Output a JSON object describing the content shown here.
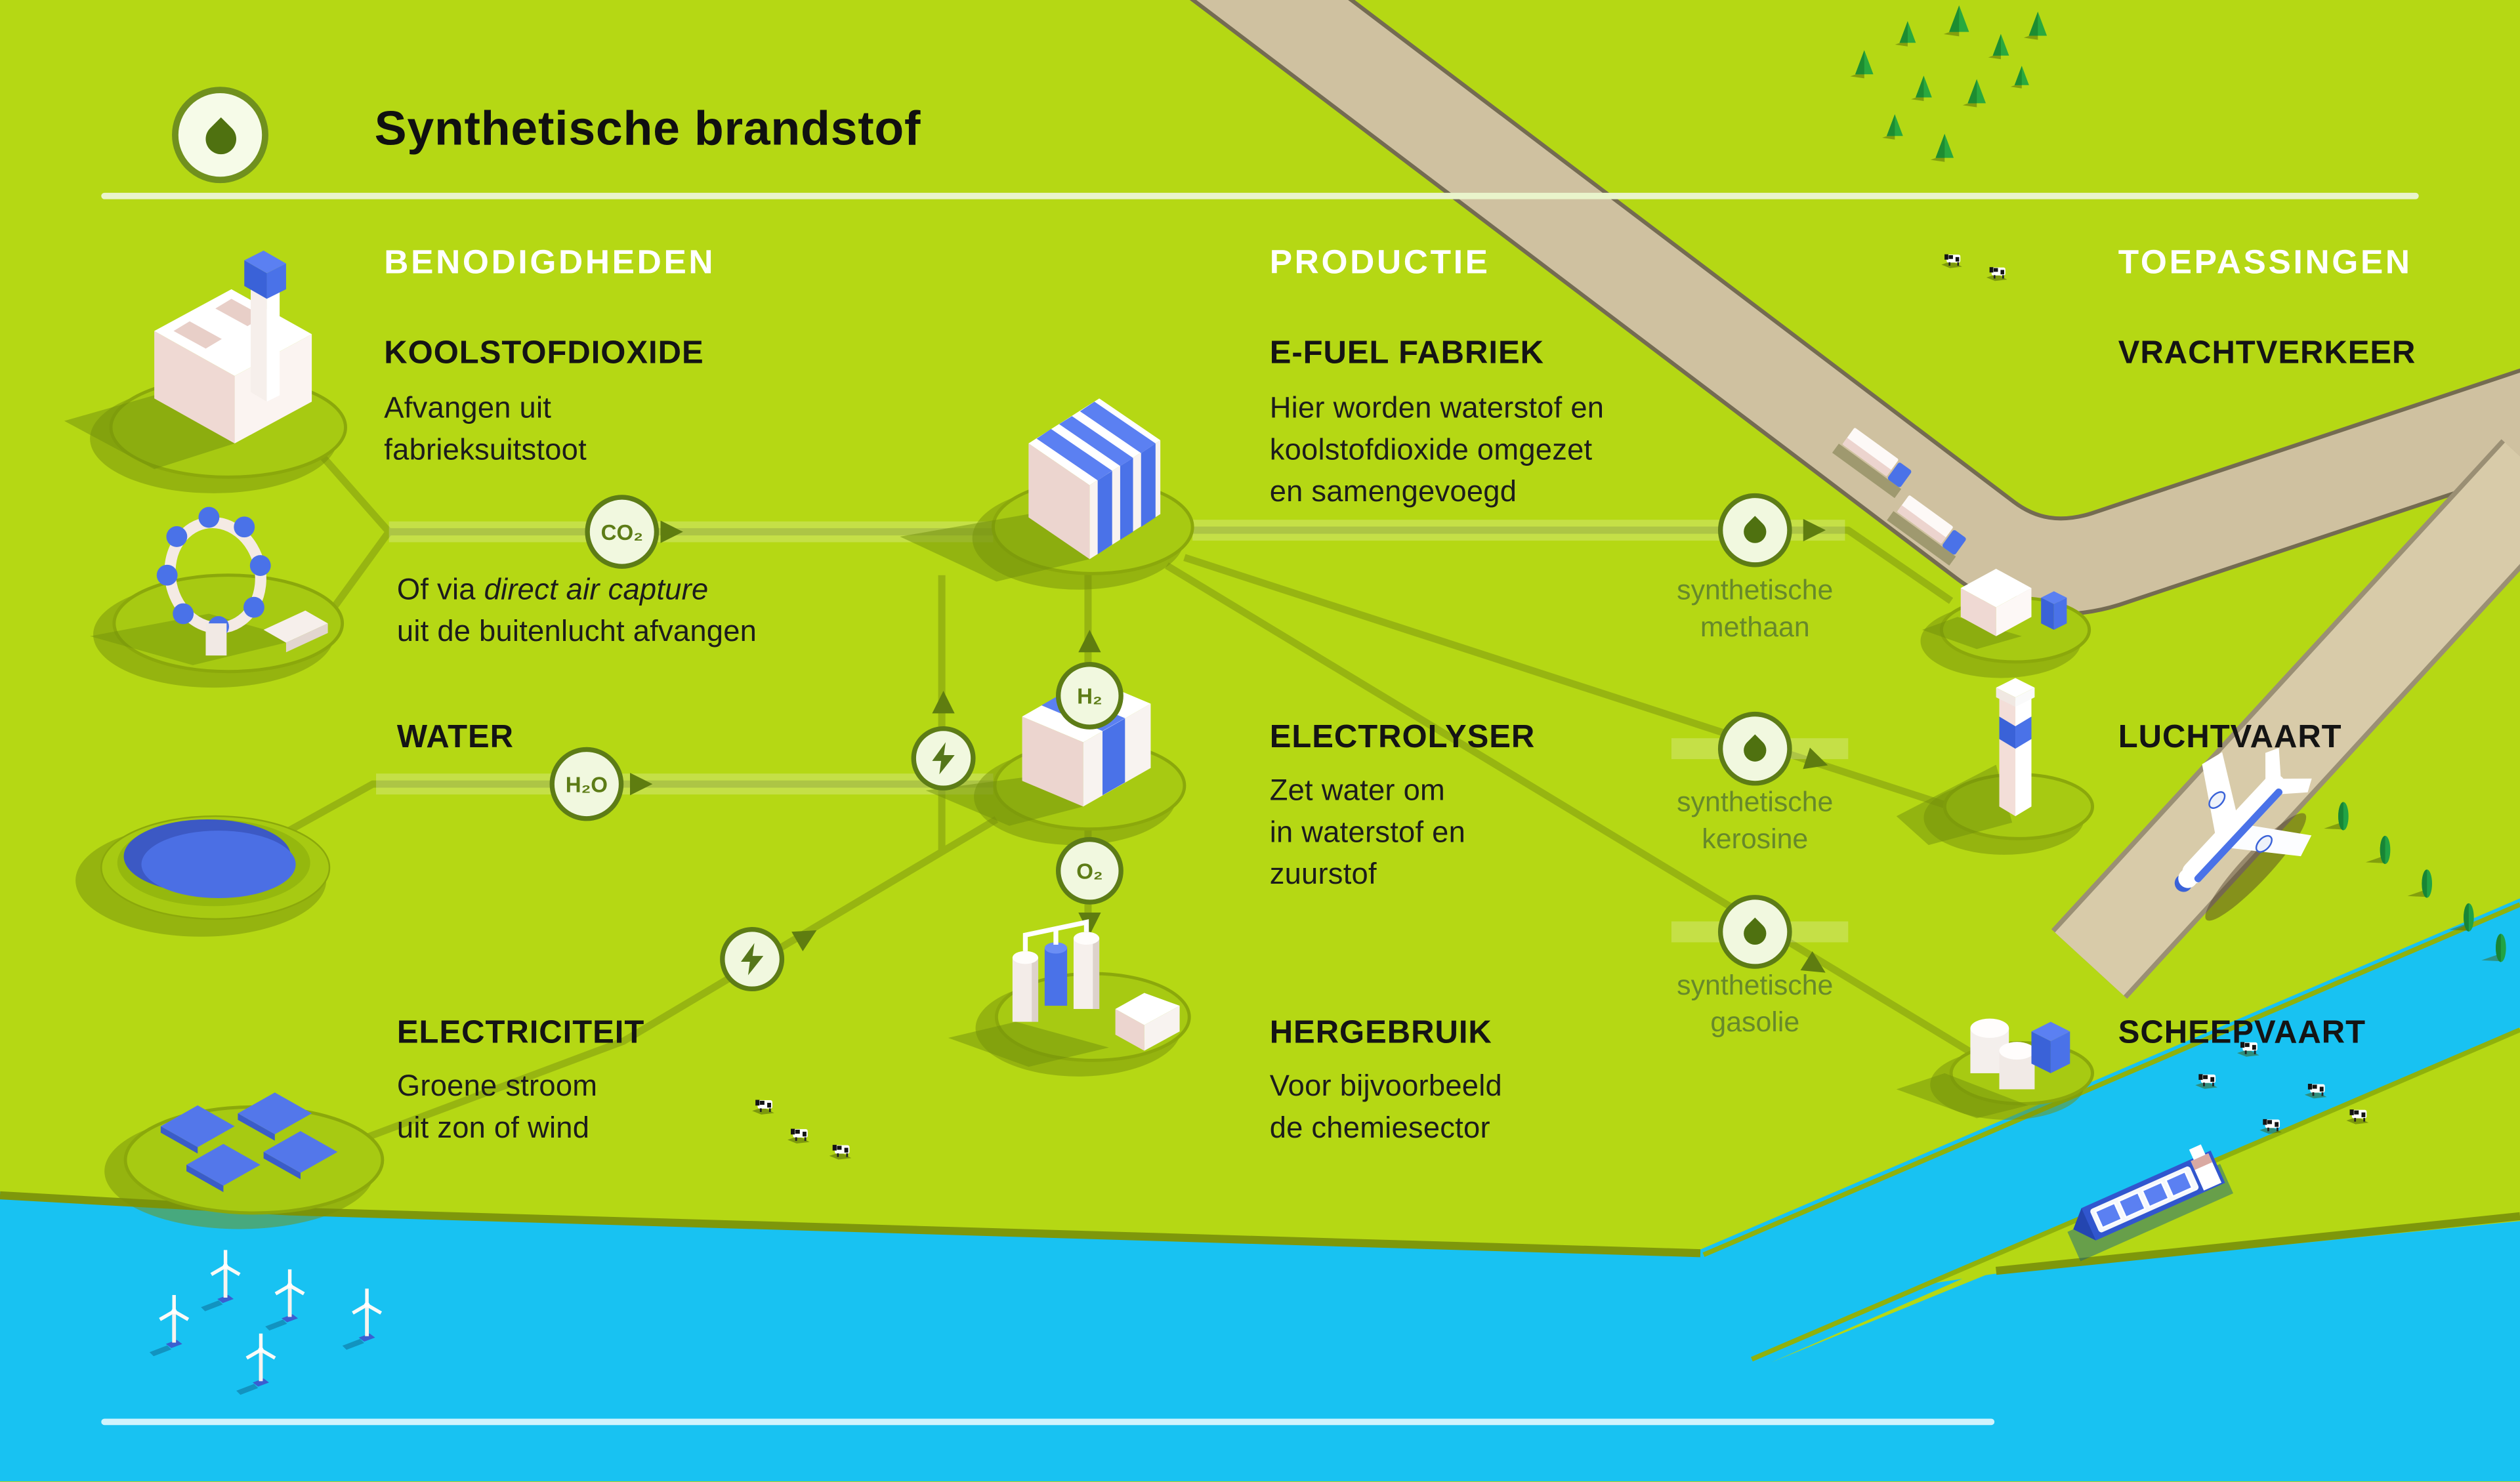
{
  "page": {
    "title": "Synthetische brandstof"
  },
  "sections": {
    "benodigdheden": {
      "header": "BENODIGDHEDEN",
      "koolstofdioxide": {
        "title": "KOOLSTOFDIOXIDE",
        "desc": "Afvangen uit\nfabrieksuitstoot"
      },
      "dac_note": {
        "prefix": "Of via ",
        "italic": "direct air capture",
        "line2": "uit de buitenlucht afvangen"
      },
      "water": {
        "title": "WATER"
      },
      "electriciteit": {
        "title": "ELECTRICITEIT",
        "desc": "Groene stroom\nuit zon of wind"
      }
    },
    "productie": {
      "header": "PRODUCTIE",
      "efuel": {
        "title": "E-FUEL FABRIEK",
        "desc": "Hier worden waterstof en\nkoolstofdioxide omgezet\nen samengevoegd"
      },
      "electrolyser": {
        "title": "ELECTROLYSER",
        "desc": "Zet water om\nin waterstof en\nzuurstof"
      },
      "hergebruik": {
        "title": "HERGEBRUIK",
        "desc": "Voor bijvoorbeeld\nde chemiesector"
      }
    },
    "toepassingen": {
      "header": "TOEPASSINGEN",
      "vrachtverkeer": {
        "title": "VRACHTVERKEER"
      },
      "luchtvaart": {
        "title": "LUCHTVAART"
      },
      "scheepvaart": {
        "title": "SCHEEPVAART"
      }
    }
  },
  "badges": {
    "co2": "CO₂",
    "h2o": "H₂O",
    "h2": "H₂",
    "o2": "O₂"
  },
  "fuel_labels": {
    "methaan": "synthetische\nmethaan",
    "kerosine": "synthetische\nkerosine",
    "gasolie": "synthetische\ngasolie"
  },
  "icons": {
    "logo": "droplet-icon",
    "electricity": "lightning-icon",
    "fuel_output": "droplet-icon"
  },
  "colors": {
    "background_green": "#b5d814",
    "sea_cyan": "#18c2f2",
    "path_olive": "#97b511",
    "badge_green": "#5d7c16",
    "badge_bg": "#f1f8df",
    "accent_blue": "#4a72e8",
    "road_tan": "#cfc1a0",
    "label_green": "#67892b"
  }
}
